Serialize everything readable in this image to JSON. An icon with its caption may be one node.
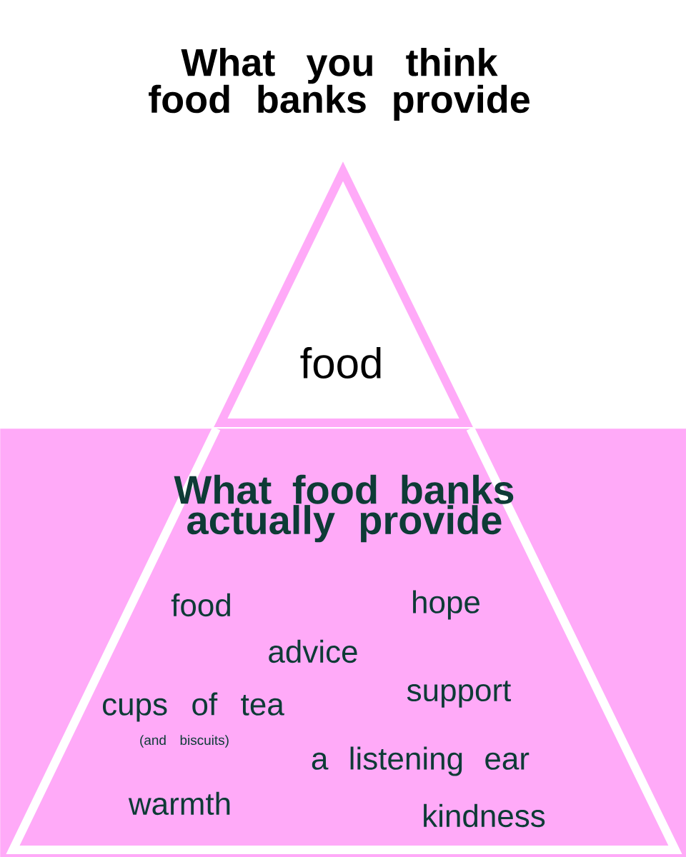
{
  "diagram": {
    "title": "What you think food banks provide",
    "nodes": [
      {
        "text": [
          "food"
        ]
      },
      {
        "text": [
          "What food banks actually provide",
          "food",
          "hope",
          "advice",
          "support",
          "cups of tea",
          "(and biscuits)",
          "a listening ear",
          "warmth",
          "kindness"
        ]
      }
    ]
  }
}
